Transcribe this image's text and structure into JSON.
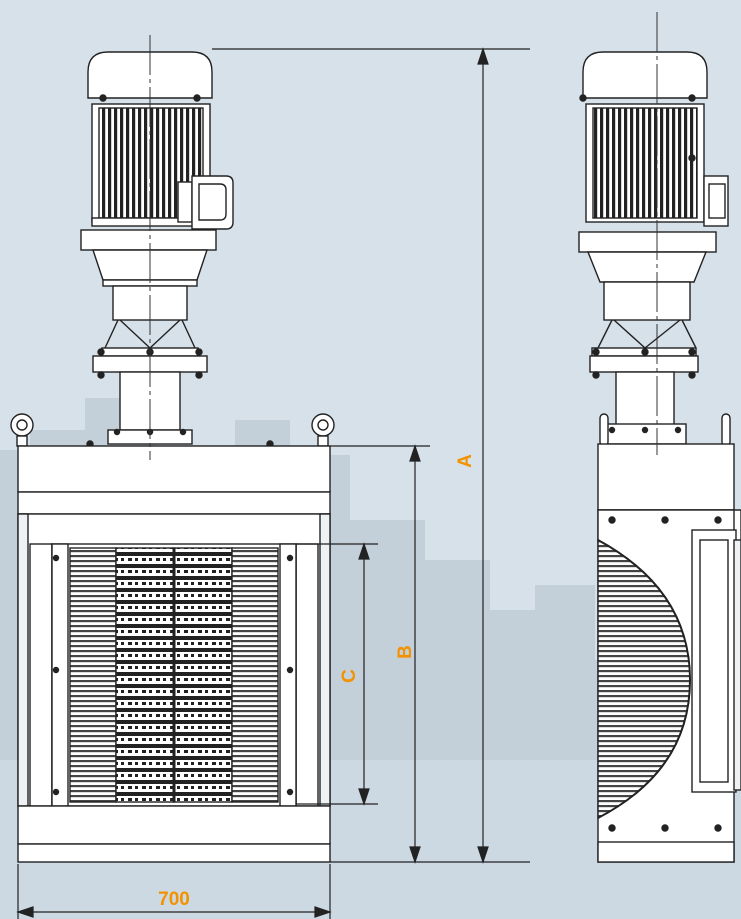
{
  "labels": {
    "dim_a": "A",
    "dim_b": "B",
    "dim_c": "C",
    "width_value": "700"
  },
  "colors": {
    "background": "#d6e1ea",
    "skyline": "#bcc9d3",
    "line": "#222222",
    "dimension": "#f39200"
  }
}
